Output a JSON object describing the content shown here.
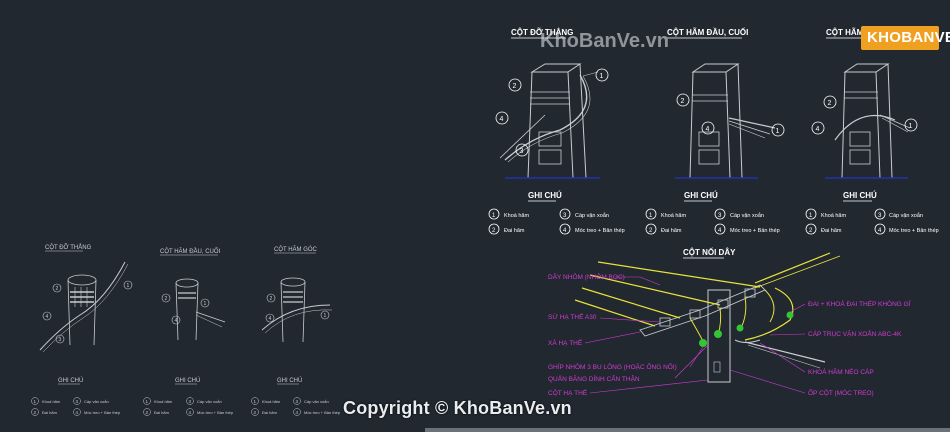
{
  "colors": {
    "background": "#212830",
    "line": "#c8ccd0",
    "title": "#ffffff",
    "label_magenta": "#d23bd2",
    "wire_yellow": "#e8e23a",
    "green": "#34c534",
    "blue_ground": "#2233aa"
  },
  "watermarks": {
    "bottom": "Copyright © KhoBanVe.vn",
    "top": "KhoBanVe.vn",
    "logo": "KHOBANVE"
  },
  "right_panel": {
    "poles": [
      {
        "title": "CỘT ĐỠ THẲNG",
        "notes_title": "GHI CHÚ"
      },
      {
        "title": "CỘT HÃM ĐẦU, CUỐI",
        "notes_title": "GHI CHÚ"
      },
      {
        "title": "CỘT HÃM GÓC",
        "notes_title": "GHI CHÚ"
      }
    ],
    "legend": [
      {
        "num": "1",
        "text": "Khoá hãm"
      },
      {
        "num": "2",
        "text": "Đai hãm"
      },
      {
        "num": "3",
        "text": "Cáp vặn xoắn"
      },
      {
        "num": "4",
        "text": "Móc treo + Bản thép"
      }
    ]
  },
  "left_panel": {
    "poles": [
      {
        "title": "CỘT ĐỠ THẲNG",
        "notes_title": "GHI CHÚ"
      },
      {
        "title": "CỘT HÃM ĐẦU, CUỐI",
        "notes_title": "GHI CHÚ"
      },
      {
        "title": "CỘT HÃM GÓC",
        "notes_title": "GHI CHÚ"
      }
    ],
    "legend": [
      {
        "num": "1",
        "text": "Khoá hãm"
      },
      {
        "num": "2",
        "text": "Đai hãm"
      },
      {
        "num": "3",
        "text": "Cáp vặn xoắn"
      },
      {
        "num": "4",
        "text": "Móc treo + Bản thép"
      }
    ]
  },
  "joint_pole": {
    "title": "CỘT NỐI DÂY",
    "labels_left": [
      "DÂY NHÔM (NHÔM BỌC)",
      "SỨ HẠ THẾ A30",
      "XÀ HẠ THẾ",
      "GHÍP NHÔM 3 BU LÔNG (HOẶC ỐNG NỐI)",
      "QUẤN BĂNG DÍNH CẨN THẬN",
      "CỘT HẠ THẾ"
    ],
    "labels_right": [
      "ĐAI + KHOÁ ĐAI THÉP KHÔNG GỈ",
      "CÁP TRỤC VẶN XOẮN ABC-4K",
      "KHOÁ HÃM NÉO CÁP",
      "ỐP CỘT (MÓC TREO)"
    ]
  }
}
